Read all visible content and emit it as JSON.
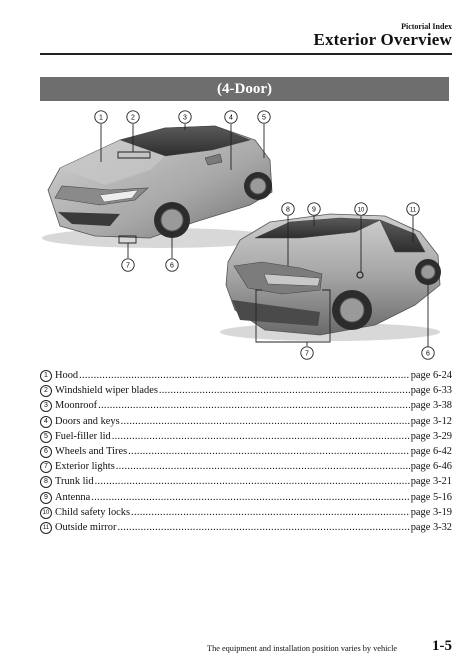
{
  "header": {
    "section": "Pictorial Index",
    "title": "Exterior Overview"
  },
  "banner": "(4-Door)",
  "callouts": [
    "1",
    "2",
    "3",
    "4",
    "5",
    "6",
    "7",
    "8",
    "9",
    "10",
    "11"
  ],
  "items": [
    {
      "num": "1",
      "label": "Hood",
      "page": "page 6-24"
    },
    {
      "num": "2",
      "label": "Windshield wiper blades",
      "page": "page 6-33"
    },
    {
      "num": "3",
      "label": "Moonroof",
      "page": "page 3-38"
    },
    {
      "num": "4",
      "label": "Doors and keys",
      "page": "page 3-12"
    },
    {
      "num": "5",
      "label": "Fuel-filler lid",
      "page": "page 3-29"
    },
    {
      "num": "6",
      "label": "Wheels and Tires",
      "page": "page 6-42"
    },
    {
      "num": "7",
      "label": "Exterior lights",
      "page": "page 6-46"
    },
    {
      "num": "8",
      "label": "Trunk lid",
      "page": "page 3-21"
    },
    {
      "num": "9",
      "label": "Antenna",
      "page": "page 5-16"
    },
    {
      "num": "10",
      "label": "Child safety locks",
      "page": "page 3-19"
    },
    {
      "num": "11",
      "label": "Outside mirror",
      "page": "page 3-32"
    }
  ],
  "footer": {
    "note": "The equipment and installation position varies by vehicle",
    "page_number": "1-5"
  }
}
